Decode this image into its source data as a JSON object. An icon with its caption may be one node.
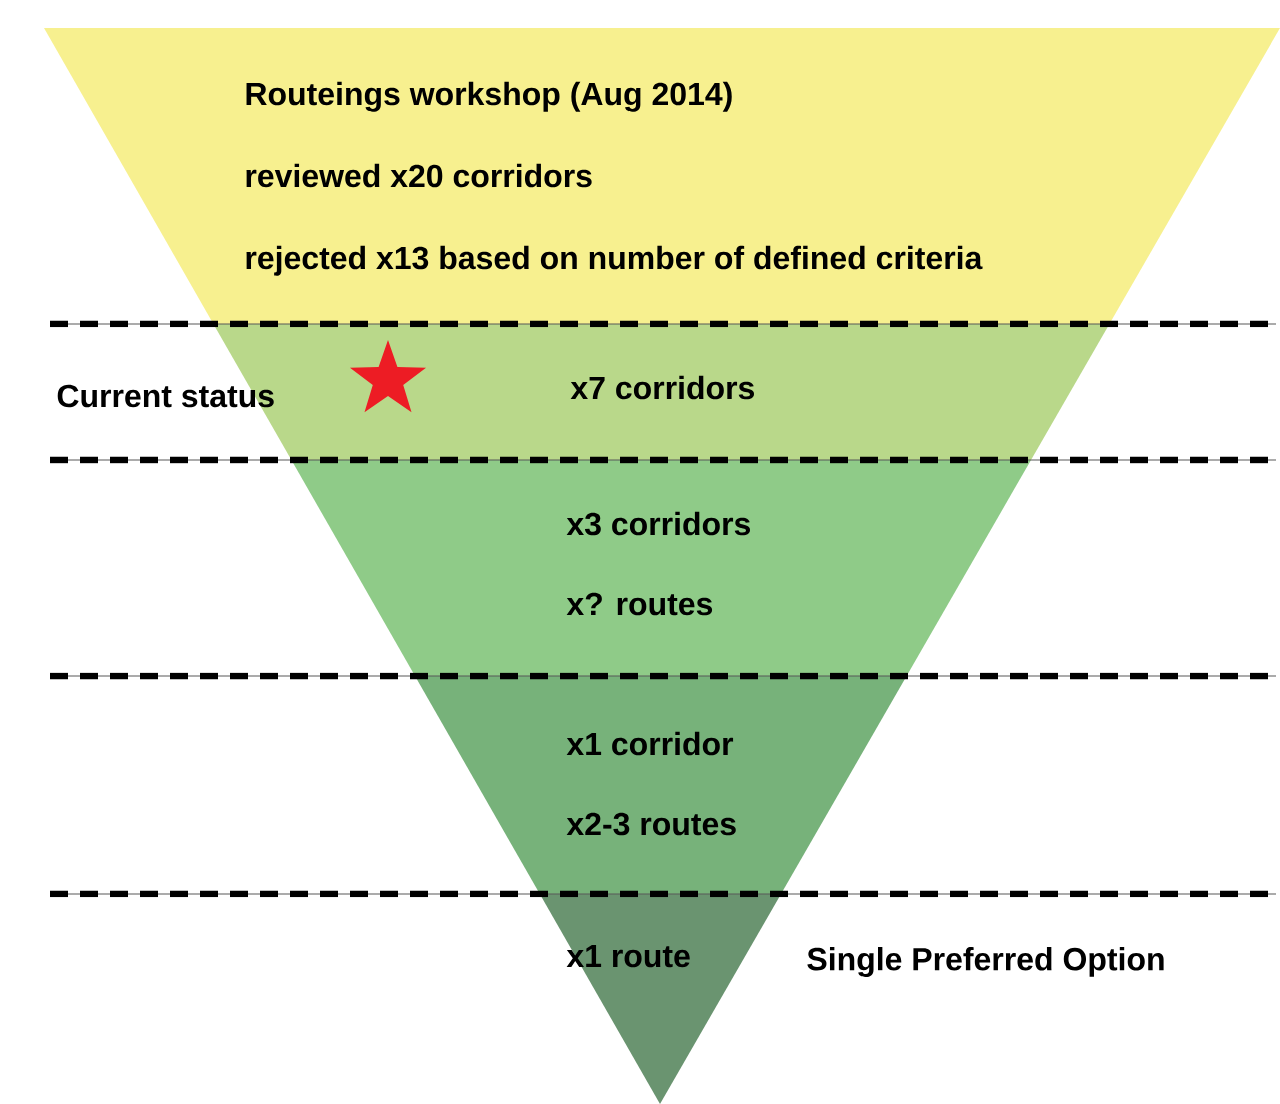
{
  "diagram": {
    "nodes": [
      {
        "text": [
          "Routeings workshop (Aug 2014)",
          "reviewed x20 corridors",
          "rejected x13 based on number of defined criteria"
        ]
      },
      {
        "text": [
          "x7 corridors"
        ]
      },
      {
        "text": [
          "x3 corridors",
          "x? routes"
        ]
      },
      {
        "text": [
          "x1 corridor",
          "x2-3 routes"
        ]
      },
      {
        "text": [
          "x1 route"
        ],
        "beside": [
          "Single Preferred Option"
        ]
      }
    ],
    "labels": [
      "Current status"
    ]
  }
}
